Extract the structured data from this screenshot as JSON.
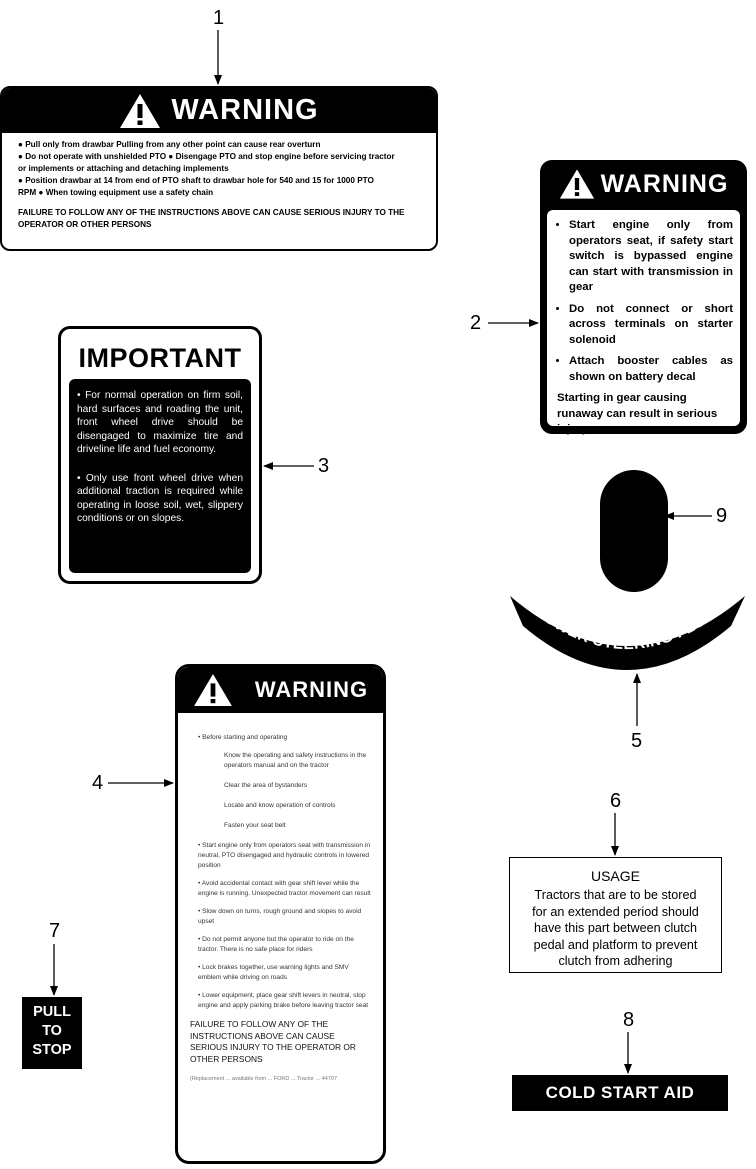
{
  "callouts": {
    "n1": "1",
    "n2": "2",
    "n3": "3",
    "n4": "4",
    "n5": "5",
    "n6": "6",
    "n7": "7",
    "n8": "8",
    "n9": "9"
  },
  "decal1": {
    "title": "WARNING",
    "bullets": [
      "● Pull only from drawbar   Pulling from  any other point can cause rear overturn",
      "● Do not operate with unshielded PTO      ● Disengage PTO and stop engine before servicing tractor",
      "   or implements or attaching and detaching implements",
      "● Position drawbar at 14   from  end of PTO shaft to drawbar hole for 540 and 15   for 1000 PTO",
      "   RPM          ● When towing equipment use a safety chain"
    ],
    "failure": "FAILURE TO FOLLOW ANY OF THE INSTRUCTIONS ABOVE CAN CAUSE SERIOUS INJURY TO THE OPERATOR OR OTHER PERSONS"
  },
  "decal2": {
    "title": "WARNING",
    "bullets": [
      "Start engine only from operators seat, if safety start switch is bypassed engine can start with transmission in gear",
      "Do not connect or short across terminals on starter solenoid",
      "Attach booster cables as shown on battery decal"
    ],
    "failure": "Starting in gear causing runaway can result in serious injury"
  },
  "decal3": {
    "title": "IMPORTANT",
    "paragraphs": [
      "• For normal operation on firm soil, hard surfaces and roading the unit, front wheel drive should be disengaged to maximize tire and driveline life and fuel economy.",
      "• Only use front wheel drive when additional traction is required while operating in loose soil, wet, slippery conditions or on slopes."
    ]
  },
  "decal4": {
    "title": "WARNING",
    "item1": "•   Before starting and operating",
    "subitems": [
      "Know the operating and safety instructions in the operators manual and on the tractor",
      "Clear the area of bystanders",
      "Locate and know operation of controls",
      "Fasten your seat belt"
    ],
    "items": [
      "•   Start engine only from operators seat with transmission in neutral, PTO disengaged and hydraulic controls in lowered position",
      "•   Avoid accidental contact with gear shift lever while the engine is running. Unexpected tractor movement can result",
      "•   Slow down on turns, rough ground and slopes to avoid upset",
      "•   Do not permit anyone but the operator to ride on the tractor. There is no safe place for riders",
      "•   Lock brakes together, use warning lights and SMV emblem while driving on roads",
      "•   Lower equipment, place gear shift levers in neutral, stop engine and apply parking brake before leaving tractor seat"
    ],
    "failure": "FAILURE TO FOLLOW ANY OF THE INSTRUCTIONS ABOVE CAN CAUSE SERIOUS INJURY TO THE OPERATOR OR OTHER PERSONS",
    "fine": "(Replacement ... available from ... FORD ... Tractor ... 44707"
  },
  "decal5": {
    "text": "POWER STEERING FLUID"
  },
  "decal6": {
    "title": "USAGE",
    "lines": [
      "Tractors that are to be stored",
      "for an extended period should",
      "have this part between clutch",
      "pedal and platform to prevent",
      "clutch from adhering"
    ]
  },
  "decal7": {
    "lines": [
      "PULL",
      "TO",
      "STOP"
    ]
  },
  "decal8": {
    "text": "COLD START AID"
  }
}
